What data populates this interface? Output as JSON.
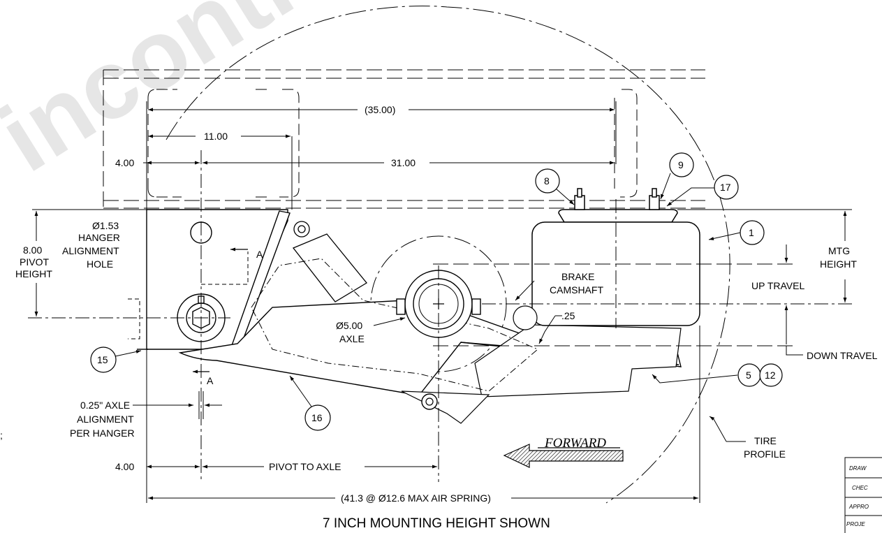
{
  "dimensions": {
    "overall_span": "(35.00)",
    "hanger_to_pivot": "11.00",
    "pivot_offset_top": "4.00",
    "hanger_to_spring": "31.00",
    "pivot_offset_bottom": "4.00",
    "pivot_to_axle": "PIVOT TO AXLE",
    "max_length": "(41.3 @ Ø12.6 MAX AIR SPRING)",
    "pivot_height_value": "8.00",
    "pivot_height_label1": "PIVOT",
    "pivot_height_label2": "HEIGHT",
    "camshaft_gap": ".25"
  },
  "labels": {
    "hanger_hole_dia": "Ø1.53",
    "hanger_hole_1": "HANGER",
    "hanger_hole_2": "ALIGNMENT",
    "hanger_hole_3": "HOLE",
    "axle_dia": "Ø5.00",
    "axle": "AXLE",
    "brake_1": "BRAKE",
    "brake_2": "CAMSHAFT",
    "mtg_1": "MTG",
    "mtg_2": "HEIGHT",
    "up_travel": "UP TRAVEL",
    "down_travel": "DOWN TRAVEL",
    "tire_1": "TIRE",
    "tire_2": "PROFILE",
    "align_1": "0.25\" AXLE",
    "align_2": "ALIGNMENT",
    "align_3": "PER HANGER",
    "section_a_top": "A",
    "section_a_bottom": "A",
    "forward": "FORWARD",
    "caption": "7 INCH MOUNTING HEIGHT SHOWN",
    "margin_mark": ";"
  },
  "balloons": [
    "1",
    "5",
    "8",
    "9",
    "12",
    "15",
    "16",
    "17"
  ],
  "title_block": {
    "row1": "DRAW",
    "row2": "CHEC",
    "row3": "APPRO",
    "row4": "PROJE"
  },
  "watermark": "incontrol"
}
